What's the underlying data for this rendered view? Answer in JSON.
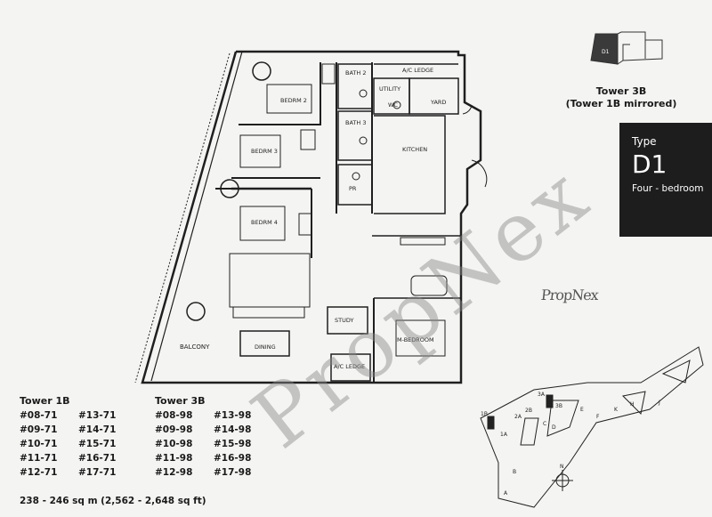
{
  "tower_header": {
    "line1": "Tower 3B",
    "line2": "(Tower 1B mirrored)"
  },
  "type_box": {
    "label": "Type",
    "code": "D1",
    "description": "Four - bedroom"
  },
  "rooms": {
    "bedroom2": "BEDRM 2",
    "bedroom3": "BEDRM 3",
    "bedroom4": "BEDRM 4",
    "bath2": "BATH 2",
    "bath3": "BATH 3",
    "ac_ledge_top": "A/C LEDGE",
    "ac_ledge_bottom": "A/C LEDGE",
    "utility": "UTILITY",
    "wc": "WC",
    "yard": "YARD",
    "kitchen": "KITCHEN",
    "pr": "PR",
    "balcony": "BALCONY",
    "dining": "DINING",
    "master_bedroom": "M-BEDROOM",
    "study": "STUDY"
  },
  "watermark": "PropNex",
  "signature_mark": "PropNex",
  "tower_1b": {
    "title": "Tower 1B",
    "units": [
      "#08-71",
      "#13-71",
      "#09-71",
      "#14-71",
      "#10-71",
      "#15-71",
      "#11-71",
      "#16-71",
      "#12-71",
      "#17-71"
    ]
  },
  "tower_3b": {
    "title": "Tower 3B",
    "units": [
      "#08-98",
      "#13-98",
      "#09-98",
      "#14-98",
      "#10-98",
      "#15-98",
      "#11-98",
      "#16-98",
      "#12-98",
      "#17-98"
    ]
  },
  "area": "238 - 246 sq m (2,562 - 2,648 sq ft)",
  "key_plan_marker": "D1",
  "site_plan": {
    "labels": [
      "1B",
      "1A",
      "2A",
      "2B",
      "3A",
      "3B",
      "C",
      "D",
      "E",
      "F",
      "K",
      "H",
      "J",
      "B",
      "A",
      "N"
    ]
  }
}
